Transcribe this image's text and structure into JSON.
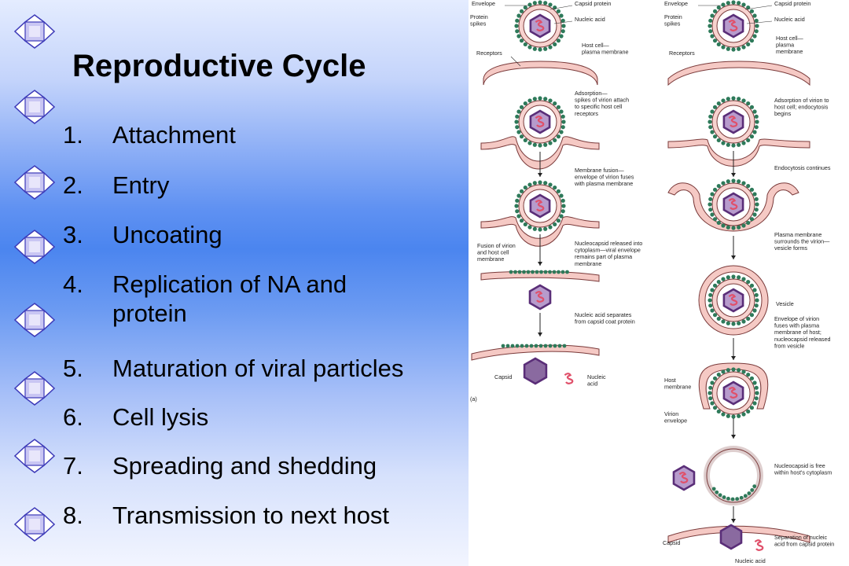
{
  "slide": {
    "title": "Reproductive Cycle",
    "steps": [
      {
        "num": "1.",
        "text": "Attachment"
      },
      {
        "num": "2.",
        "text": "Entry"
      },
      {
        "num": "3.",
        "text": "Uncoating"
      },
      {
        "num": "4.",
        "text": "Replication of NA and protein"
      },
      {
        "num": "5.",
        "text": "Maturation of viral particles"
      },
      {
        "num": "6.",
        "text": "Cell lysis"
      },
      {
        "num": "7.",
        "text": "Spreading and shedding"
      },
      {
        "num": "8.",
        "text": "Transmission to next host"
      }
    ],
    "colors": {
      "accent_blue": "#4b85ef",
      "bullet_fill": "#c9c6f3",
      "bullet_outline": "#3d3ab8"
    }
  },
  "figure": {
    "panel_label": "(a)",
    "left": {
      "envelope": "Envelope",
      "capsid_protein": "Capsid protein",
      "protein_spikes": "Protein\nspikes",
      "nucleic_acid": "Nucleic acid",
      "receptors": "Receptors",
      "host_membrane": "Host cell—\nplasma membrane",
      "adsorption": "Adsorption—\nspikes of virion attach\nto specific host cell\nreceptors",
      "fusion": "Membrane fusion—\nenvelope of virion fuses\nwith plasma membrane",
      "fusion_of_virion": "Fusion of virion\nand host cell\nmembrane",
      "nucleocapsid_released": "Nucleocapsid released into\ncytoplasm—viral envelope\nremains part of plasma\nmembrane",
      "na_separates": "Nucleic acid separates\nfrom capsid coat protein",
      "capsid": "Capsid",
      "nucleic_acid_2": "Nucleic\nacid"
    },
    "right": {
      "envelope": "Envelope",
      "capsid_protein": "Capsid protein",
      "protein_spikes": "Protein\nspikes",
      "nucleic_acid": "Nucleic acid",
      "receptors": "Receptors",
      "host_membrane": "Host cell—\nplasma\nmembrane",
      "adsorption": "Adsorption of virion to\nhost cell; endocytosis\nbegins",
      "endocytosis": "Endocytosis continues",
      "surrounds": "Plasma membrane\nsurrounds the virion—\nvesicle forms",
      "vesicle": "Vesicle",
      "envelope_fuses": "Envelope of virion\nfuses with plasma\nmembrane of host;\nnucleocapsid released\nfrom vesicle",
      "host_membrane_2": "Host\nmembrane",
      "virion_envelope": "Virion\nenvelope",
      "nucleocapsid_free": "Nucleocapsid is free\nwithin host's cytoplasm",
      "capsid": "Capsid",
      "separation": "Separation of nucleic\nacid from capsid protein",
      "nucleic_acid_2": "Nucleic acid"
    },
    "colors": {
      "membrane": "#f5c9c4",
      "membrane_line": "#7a3a3a",
      "spike": "#2e7a5a",
      "capsid": "#5a2e78",
      "capsid_fill": "#8a6aa0",
      "nucleic": "#e0506a"
    }
  }
}
